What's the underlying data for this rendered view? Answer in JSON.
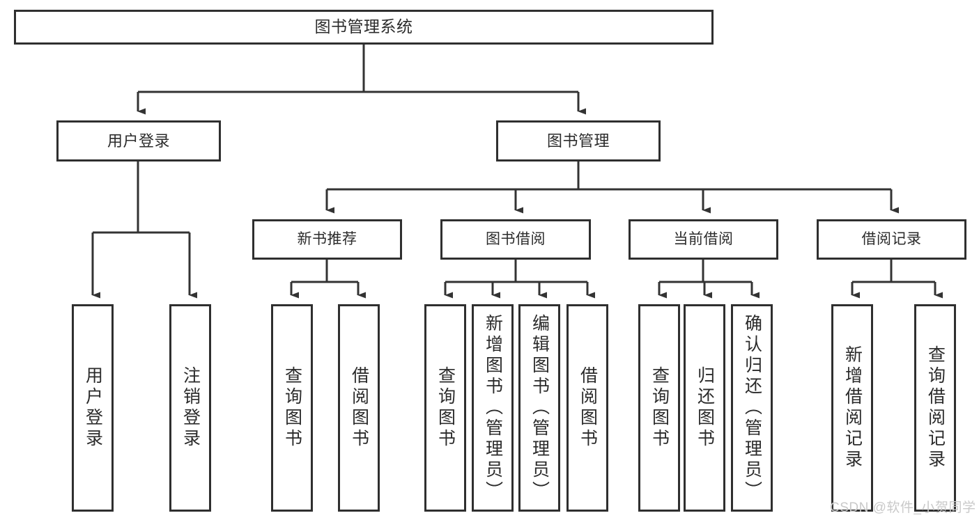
{
  "diagram": {
    "title": "图书管理系统",
    "type": "tree-hierarchy-diagram",
    "colors": {
      "border": "#2f2f2f",
      "fill": "#ffffff",
      "text": "#2b2b2b",
      "edge": "#333333",
      "watermark": "#c9c9c9"
    },
    "watermark": "CSDN @软件_小贺同学",
    "nodes": {
      "root": {
        "label": "图书管理系统"
      },
      "level2": [
        {
          "label": "用户登录"
        },
        {
          "label": "图书管理"
        }
      ],
      "level3": [
        {
          "label": "新书推荐"
        },
        {
          "label": "图书借阅"
        },
        {
          "label": "当前借阅"
        },
        {
          "label": "借阅记录"
        }
      ],
      "leaves_user_login": [
        {
          "label": "用户登录"
        },
        {
          "label": "注销登录"
        }
      ],
      "leaves_new_books": [
        {
          "label": "查询图书"
        },
        {
          "label": "借阅图书"
        }
      ],
      "leaves_borrow_books": [
        {
          "label": "查询图书"
        },
        {
          "label": "新增图书（管理员）"
        },
        {
          "label": "编辑图书（管理员）"
        },
        {
          "label": "借阅图书"
        }
      ],
      "leaves_current_borrow": [
        {
          "label": "查询图书"
        },
        {
          "label": "归还图书"
        },
        {
          "label": "确认归还（管理员）"
        }
      ],
      "leaves_borrow_records": [
        {
          "label": "新增借阅记录"
        },
        {
          "label": "查询借阅记录"
        }
      ]
    }
  }
}
